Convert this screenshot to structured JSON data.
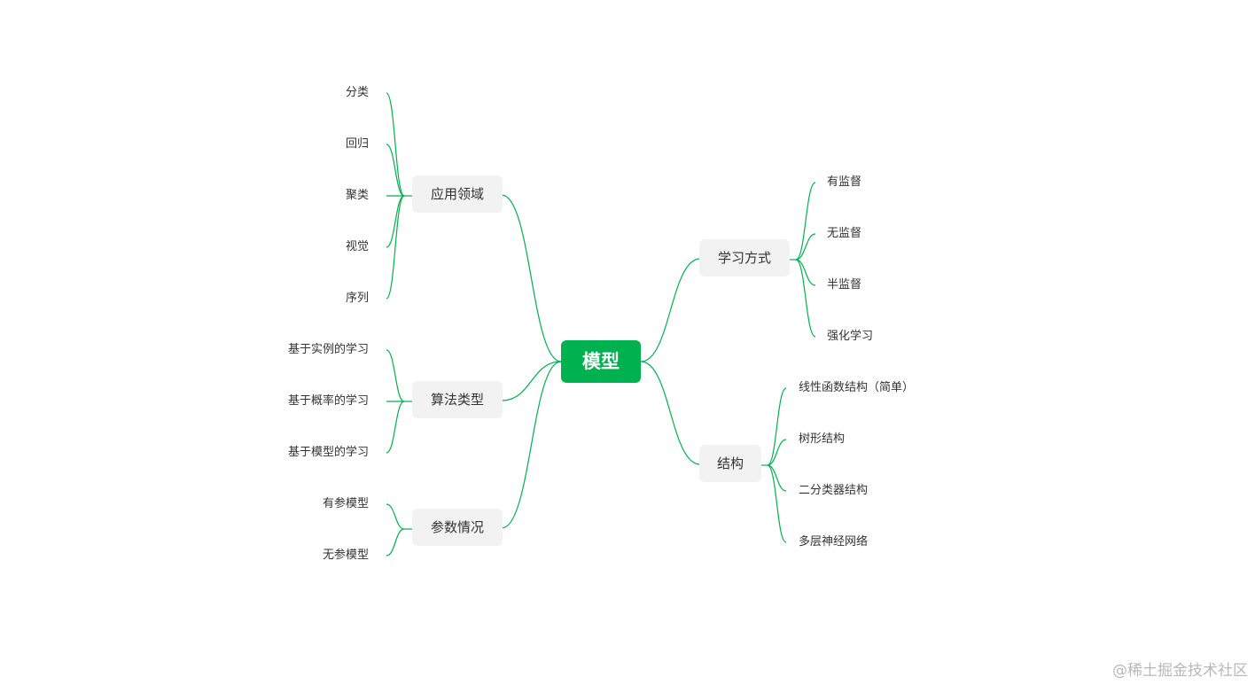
{
  "diagram": {
    "root": {
      "label": "模型",
      "color": "#00b14f"
    },
    "edge_color": "#00b14f",
    "branches": [
      {
        "id": "application",
        "label": "应用领域",
        "side": "left",
        "children": [
          "分类",
          "回归",
          "聚类",
          "视觉",
          "序列"
        ]
      },
      {
        "id": "algorithm",
        "label": "算法类型",
        "side": "left",
        "children": [
          "基于实例的学习",
          "基于概率的学习",
          "基于模型的学习"
        ]
      },
      {
        "id": "params",
        "label": "参数情况",
        "side": "left",
        "children": [
          "有参模型",
          "无参模型"
        ]
      },
      {
        "id": "learning",
        "label": "学习方式",
        "side": "right",
        "children": [
          "有监督",
          "无监督",
          "半监督",
          "强化学习"
        ]
      },
      {
        "id": "structure",
        "label": "结构",
        "side": "right",
        "children": [
          "线性函数结构（简单）",
          "树形结构",
          "二分类器结构",
          "多层神经网络"
        ]
      }
    ]
  },
  "watermark": "@稀土掘金技术社区"
}
